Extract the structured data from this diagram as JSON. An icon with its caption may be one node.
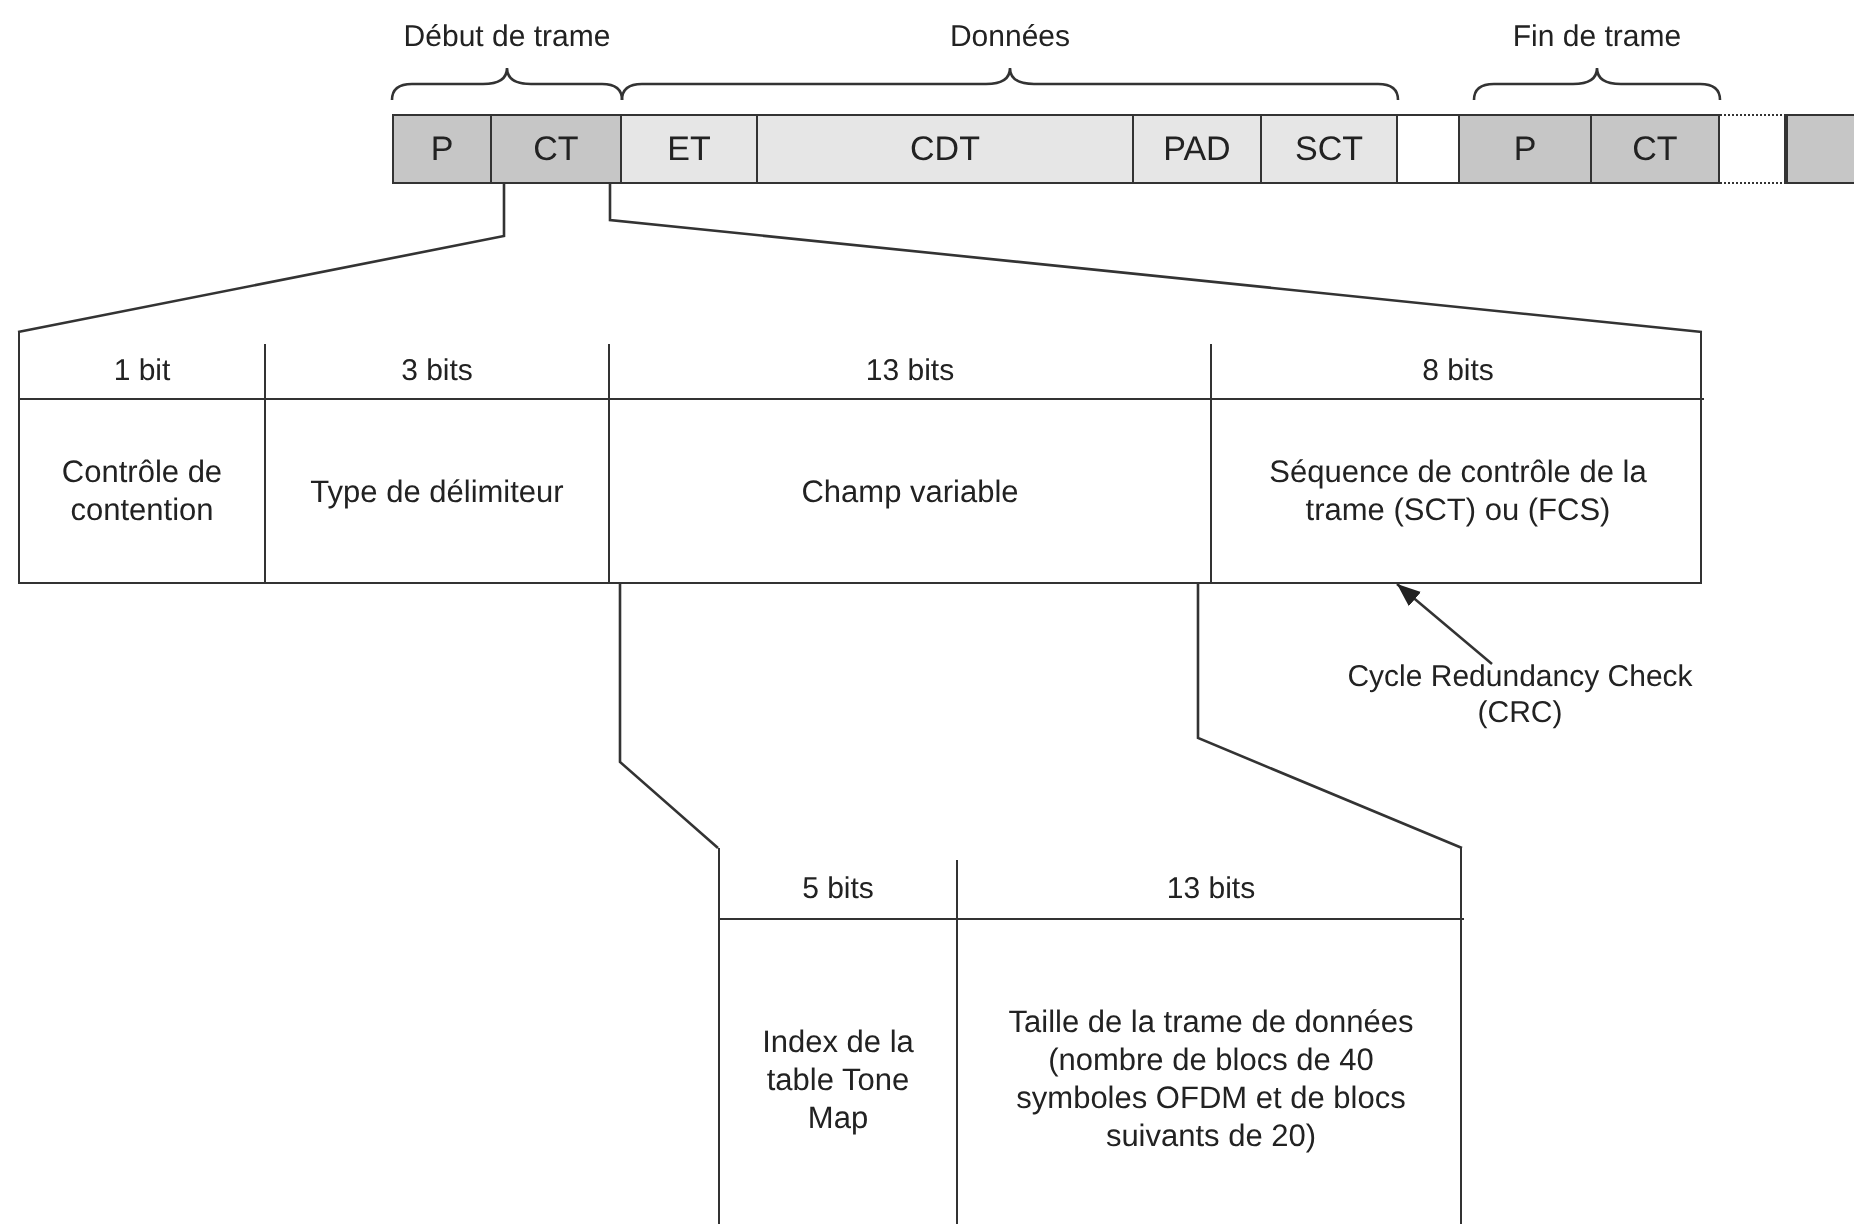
{
  "diagram": {
    "nodes": [
      {
        "text": [
          "P"
        ]
      },
      {
        "text": [
          "CT"
        ]
      },
      {
        "text": [
          "ET"
        ]
      },
      {
        "text": [
          "CDT"
        ]
      },
      {
        "text": [
          "PAD"
        ]
      },
      {
        "text": [
          "SCT"
        ]
      },
      {
        "text": [],
        "shape": "box"
      },
      {
        "text": [
          "P"
        ]
      },
      {
        "text": [
          "CT"
        ]
      },
      {
        "text": [],
        "shape": "box"
      },
      {
        "text": [],
        "shape": "box"
      },
      {
        "text": [],
        "shape": "box"
      },
      {
        "text": [
          "1 bit",
          "Contrôle de contention"
        ],
        "in": 11
      },
      {
        "text": [
          "3 bits",
          "Type de délimiteur"
        ],
        "in": 11
      },
      {
        "text": [
          "13 bits",
          "Champ variable"
        ],
        "in": 11
      },
      {
        "text": [
          "8 bits",
          "Séquence de contrôle de la trame (SCT) ou (FCS)"
        ],
        "in": 11
      },
      {
        "text": [
          "Cycle Redundancy Check (CRC)"
        ]
      },
      {
        "text": [],
        "shape": "box"
      },
      {
        "text": [
          "5 bits",
          "Index de la table Tone Map"
        ],
        "in": 17
      },
      {
        "text": [
          "13 bits",
          "Taille de la trame de données (nombre de blocs de 40 symboles OFDM et de blocs suivants de 20)"
        ],
        "in": 17
      }
    ],
    "edges": [
      {
        "from": 1,
        "to": 11,
        "arrow": "none"
      },
      {
        "from": 16,
        "to": 15,
        "arrow": "to"
      },
      {
        "from": 14,
        "to": 17,
        "arrow": "none"
      }
    ],
    "labels": [
      "Début de trame",
      "Données",
      "Fin de trame"
    ]
  }
}
